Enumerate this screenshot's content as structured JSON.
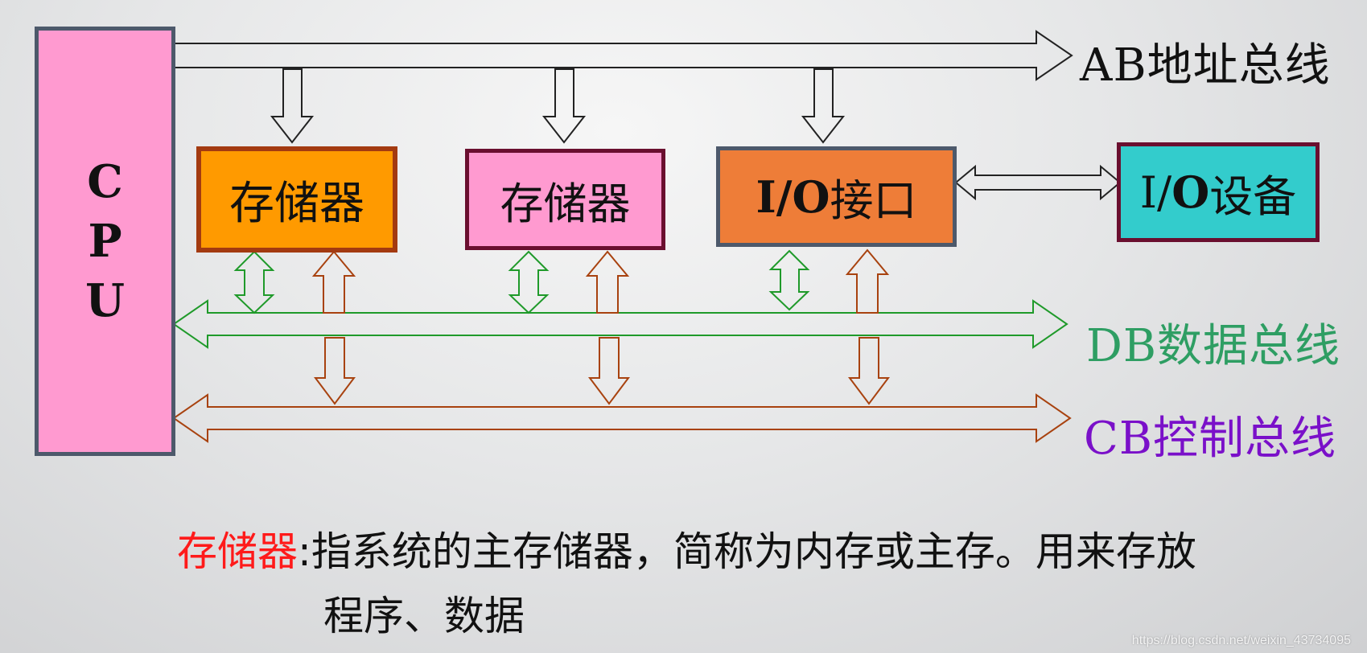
{
  "cpu": {
    "letters": [
      "C",
      "P",
      "U"
    ]
  },
  "components": {
    "memory1": {
      "label": "存储器"
    },
    "memory2": {
      "label": "存储器"
    },
    "io_port": {
      "label_bold": "I/O",
      "label_rest": "接口"
    },
    "io_device": {
      "label_a": "I/",
      "label_bold": "O",
      "label_rest": "设备"
    }
  },
  "buses": {
    "address": {
      "label": "AB地址总线",
      "color": "#111111"
    },
    "data": {
      "label": "DB数据总线",
      "color": "#2e9e63"
    },
    "control": {
      "label": "CB控制总线",
      "color": "#7a10c9"
    }
  },
  "colors": {
    "address_arrow": "#222222",
    "data_arrow": "#1f9a2a",
    "control_arrow": "#a8420f",
    "note_term": "#ff1a1a"
  },
  "note": {
    "term": "存储器",
    "line1": ":指系统的主存储器，简称为内存或主存。用来存放",
    "line2": "程序、数据"
  },
  "watermark": "https://blog.csdn.net/weixin_43734095"
}
